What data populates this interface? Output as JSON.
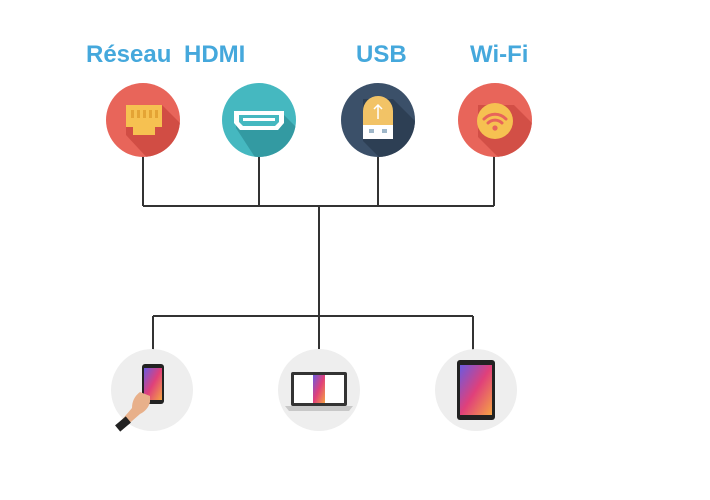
{
  "labels": {
    "reseau": "Réseau",
    "hdmi": "HDMI",
    "usb": "USB",
    "wifi": "Wi-Fi"
  },
  "inputs": [
    {
      "name": "reseau",
      "icon": "ethernet-port-icon",
      "color": "#e8655a"
    },
    {
      "name": "hdmi",
      "icon": "hdmi-port-icon",
      "color": "#45b8c0"
    },
    {
      "name": "usb",
      "icon": "usb-port-icon",
      "color": "#3b5069"
    },
    {
      "name": "wifi",
      "icon": "wifi-icon",
      "color": "#e8655a"
    }
  ],
  "devices": [
    {
      "name": "smartphone",
      "icon": "smartphone-icon"
    },
    {
      "name": "laptop",
      "icon": "laptop-icon"
    },
    {
      "name": "tablet",
      "icon": "tablet-icon"
    }
  ],
  "colors": {
    "label": "#45a8dc",
    "line": "#333333",
    "device_circle": "#eeeeee"
  }
}
